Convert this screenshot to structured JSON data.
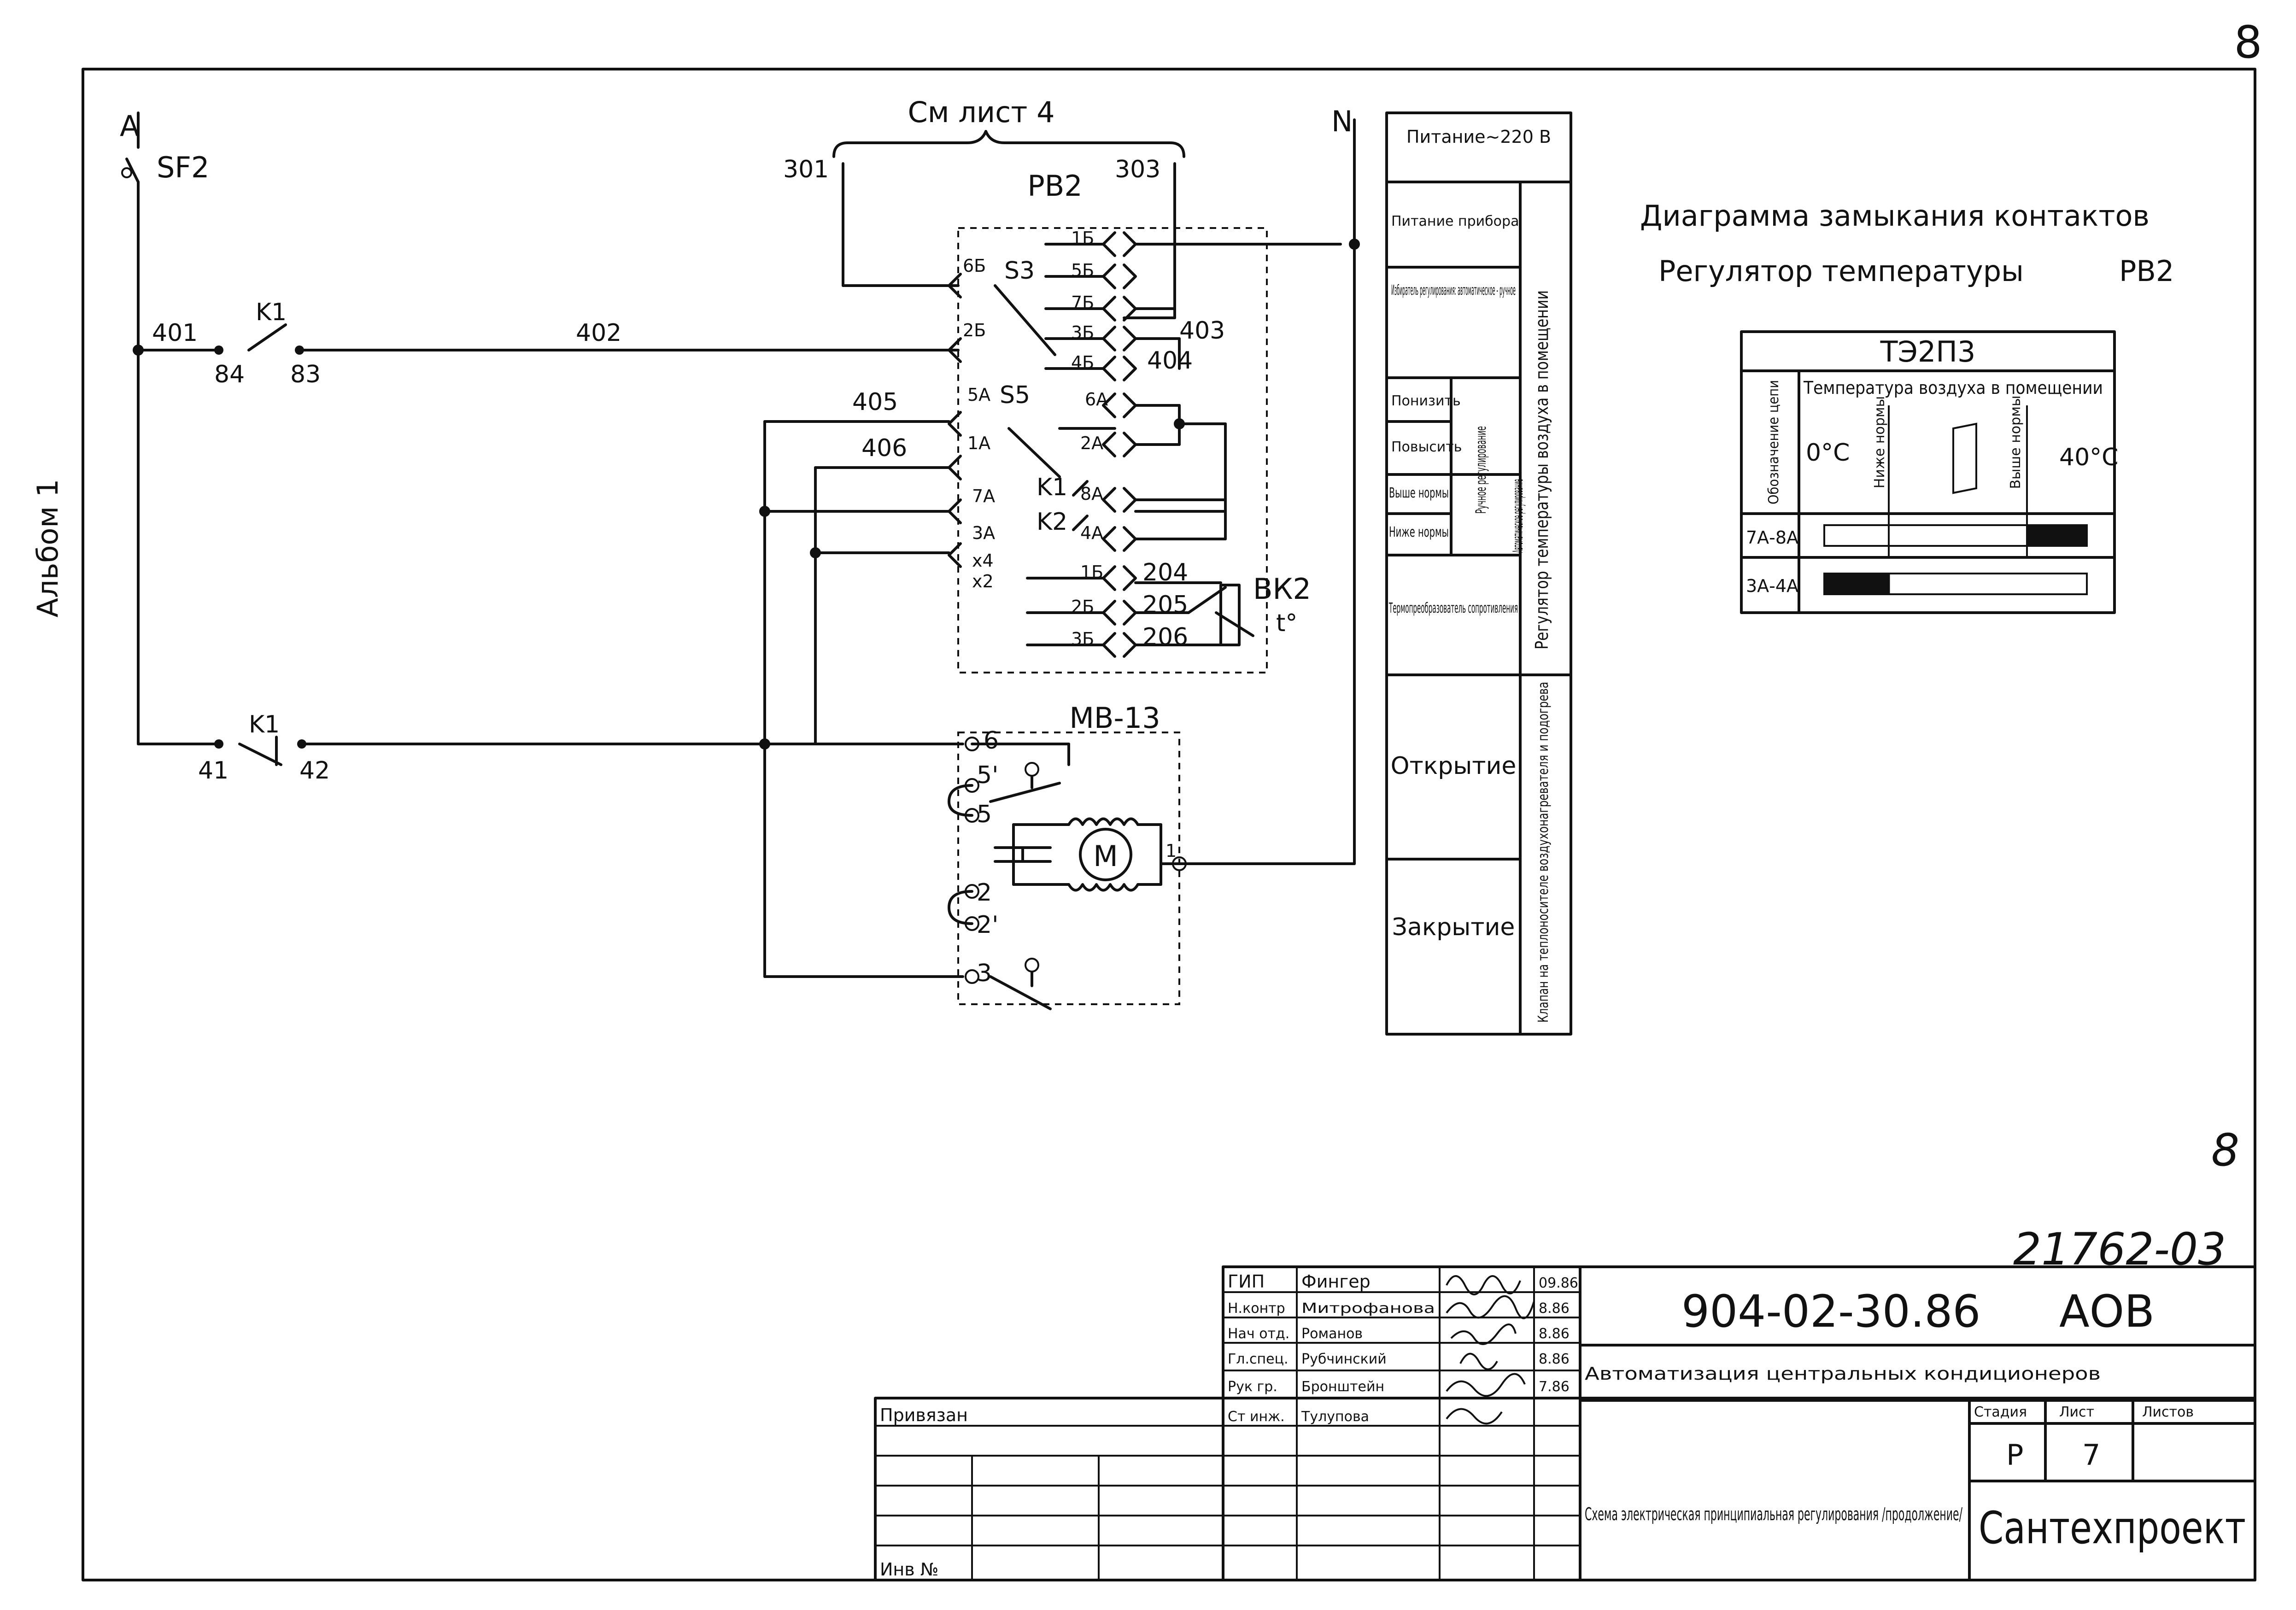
{
  "sheet_number": "8",
  "handwritten_page": "8",
  "drawing_code": "21762-03",
  "album_label": "Альбом 1",
  "reference_note": "См лист 4",
  "schematic": {
    "phase_label": "A",
    "neutral_label": "N",
    "breaker_label": "SF2",
    "relay_k1_label": "K1",
    "relay_k1_pins": [
      "84",
      "83"
    ],
    "relay_k1_bottom_pins": [
      "41",
      "42"
    ],
    "wires": [
      "401",
      "402",
      "403",
      "404",
      "405",
      "406",
      "301",
      "303",
      "204",
      "205",
      "206"
    ],
    "regulator_label": "РВ2",
    "regulator_switch_s3": "S3",
    "regulator_switch_s5": "S5",
    "regulator_terminals_right": [
      "1Б",
      "5Б",
      "7Б",
      "3Б",
      "4Б",
      "6А",
      "2А",
      "8А",
      "4А",
      "1Б",
      "2Б",
      "3Б"
    ],
    "regulator_terminals_left": [
      "6Б",
      "2Б",
      "5А",
      "1А",
      "7А",
      "3А",
      "x4",
      "x2"
    ],
    "regulator_relays": [
      "K1",
      "K2"
    ],
    "sensor_label": "ВК2",
    "sensor_temp": "t°",
    "actuator_label": "МВ-13",
    "actuator_terminals": [
      "6",
      "5'",
      "5",
      "2",
      "2'",
      "3",
      "1"
    ],
    "motor_symbol": "M"
  },
  "function_table": {
    "header": "Питание~220 В",
    "rows": [
      {
        "label": "Питание прибора"
      },
      {
        "label": "Избиратель регулирования: автоматическое - ручное"
      },
      {
        "label": "Понизить",
        "mode": "Ручное регулирование"
      },
      {
        "label": "Повысить"
      },
      {
        "label": "Выше нормы",
        "mode": "Автоматическое регулирование"
      },
      {
        "label": "Ниже нормы"
      },
      {
        "label": "Термопреобразователь сопротивления"
      },
      {
        "label": "Открытие"
      },
      {
        "label": "Закрытие"
      }
    ],
    "group_regulator": "Регулятор температуры воздуха в помещении",
    "group_valve": "Клапан на теплоносителе воздухонагревателя и подогрева"
  },
  "contact_diagram": {
    "title": "Диаграмма замыкания контактов",
    "subtitle": "Регулятор температуры",
    "subtitle_code": "РВ2",
    "device": "ТЭ2П3",
    "header_circuit": "Обозначение цепи",
    "header_temp": "Температура воздуха в помещении",
    "scale_min": "0°C",
    "scale_below": "Ниже нормы",
    "scale_above": "Выше нормы",
    "scale_max": "40°C",
    "rows": [
      {
        "circuit": "7А-8А",
        "closed_from": 0.77,
        "closed_to": 1.0
      },
      {
        "circuit": "3А-4А",
        "closed_from": 0.0,
        "closed_to": 0.25
      }
    ]
  },
  "title_block": {
    "roles": [
      "ГИП",
      "Н.контр",
      "Нач отд.",
      "Гл.спец.",
      "Рук гр.",
      "Ст инж."
    ],
    "names": [
      "Фингер",
      "Митрофанова",
      "Романов",
      "Рубчинский",
      "Бронштейн",
      "Тулупова"
    ],
    "dates": [
      "09.86",
      "8.86",
      "8.86",
      "8.86",
      "7.86",
      ""
    ],
    "project_code": "904-02-30.86",
    "set_code": "АОВ",
    "project_title": "Автоматизация центральных кондиционеров",
    "stage_header": "Стадия",
    "sheet_header": "Лист",
    "sheets_header": "Листов",
    "stage": "Р",
    "sheet": "7",
    "sheets": "",
    "drawing_title": "Схема электрическая принципиальная регулирования /продолжение/",
    "organization": "Сантехпроект",
    "linked_label": "Привязан",
    "inv_label": "Инв №"
  }
}
